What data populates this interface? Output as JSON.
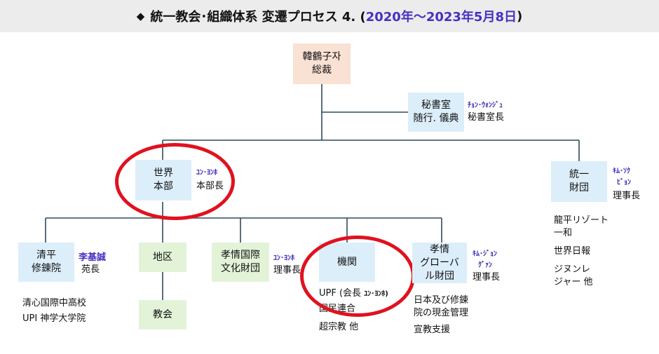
{
  "title": {
    "prefix": "◆",
    "main": "統一教会･組織体系 変遷プロセス 4. (",
    "accent": "2020年～2023年5月8日",
    "suffix": ")"
  },
  "top": {
    "line1": "韓鶴子자",
    "line2": "総裁"
  },
  "secretariat": {
    "box_line1": "秘書室",
    "box_line2": "随行. 儀典",
    "kana": "ﾁｮﾝ･ｳｫﾝｼﾞｭ",
    "role": "秘書室長"
  },
  "world_hq": {
    "line1": "世界",
    "line2": "本部",
    "kana": "ﾕﾝ･ﾖﾝﾎ",
    "role": "本部長"
  },
  "unification_foundation": {
    "line1": "統一",
    "line2": "財団",
    "kana_line1": "ｷﾑ･ｿｸ",
    "kana_line2": "ﾋﾞｮﾝ",
    "role": "理事長",
    "items": [
      "龍平リゾート",
      "一和",
      "世界日報",
      "ジヌンレ",
      "ジャー 他"
    ]
  },
  "cheongpyeong": {
    "line1": "清平",
    "line2": "修錬院",
    "head_name": "李基誠",
    "head_role": "苑長",
    "items": [
      "清心国際中高校",
      "UPI 神学大学院"
    ]
  },
  "district": {
    "label": "地区"
  },
  "church": {
    "label": "教会"
  },
  "culture_foundation": {
    "line1": "孝情国際",
    "line2": "文化財団",
    "kana": "ﾕﾝ･ﾖﾝﾎ",
    "role": "理事長"
  },
  "organizations": {
    "label": "機関",
    "upf": "UPF (会長",
    "upf_kana": "ﾕﾝ･ﾖﾝﾎ)",
    "items": [
      "国民連合",
      "超宗教 他"
    ]
  },
  "global_foundation": {
    "line1": "孝情",
    "line2": "グローバ",
    "line3": "ル財団",
    "kana_line1": "ｷﾑ･ｼﾞｮﾝ",
    "kana_line2": "ｸﾞｧﾝ",
    "role": "理事長",
    "items": [
      "日本及び修錬",
      "院の現金管理",
      "宣教支援"
    ]
  },
  "colors": {
    "highlight": "#e0121f",
    "accent": "#4a2fc0",
    "box_blue": "#dceefa",
    "box_green": "#e3f3d8",
    "box_peach": "#f9e1d3"
  }
}
